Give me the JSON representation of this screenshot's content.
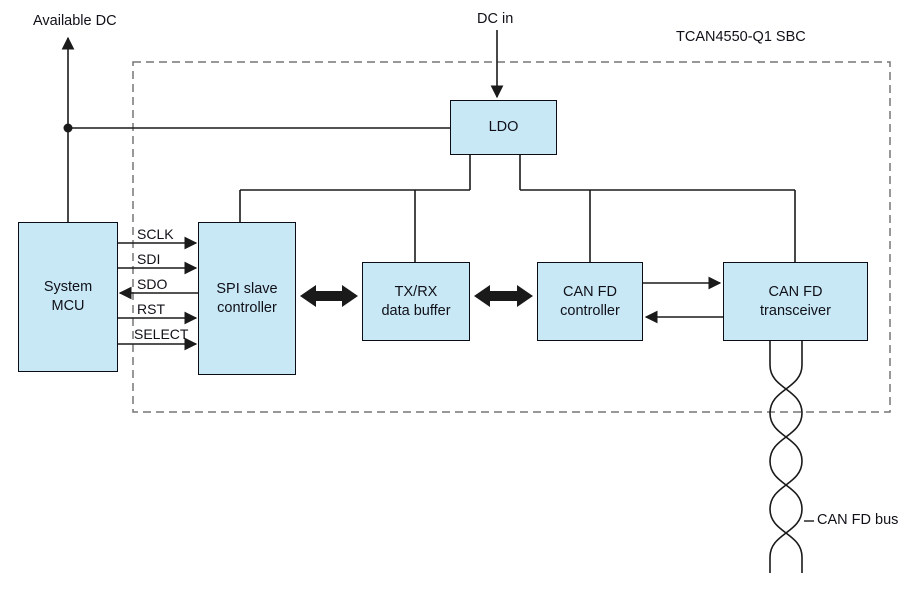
{
  "diagram": {
    "title": "TCAN4550-Q1 SBC",
    "labels": {
      "available_dc": "Available DC",
      "dc_in": "DC in",
      "can_fd_bus": "CAN FD bus"
    },
    "blocks": {
      "system_mcu": "System\nMCU",
      "spi_slave": "SPI slave\ncontroller",
      "tx_rx_buffer": "TX/RX\ndata buffer",
      "can_fd_controller": "CAN FD\ncontroller",
      "can_fd_transceiver": "CAN FD\ntransceiver",
      "ldo": "LDO"
    },
    "signals": [
      "SCLK",
      "SDI",
      "SDO",
      "RST",
      "SELECT"
    ],
    "colors": {
      "block_fill": "#c8e8f6",
      "line": "#1a1a1a",
      "dashed_border": "#777777"
    }
  }
}
